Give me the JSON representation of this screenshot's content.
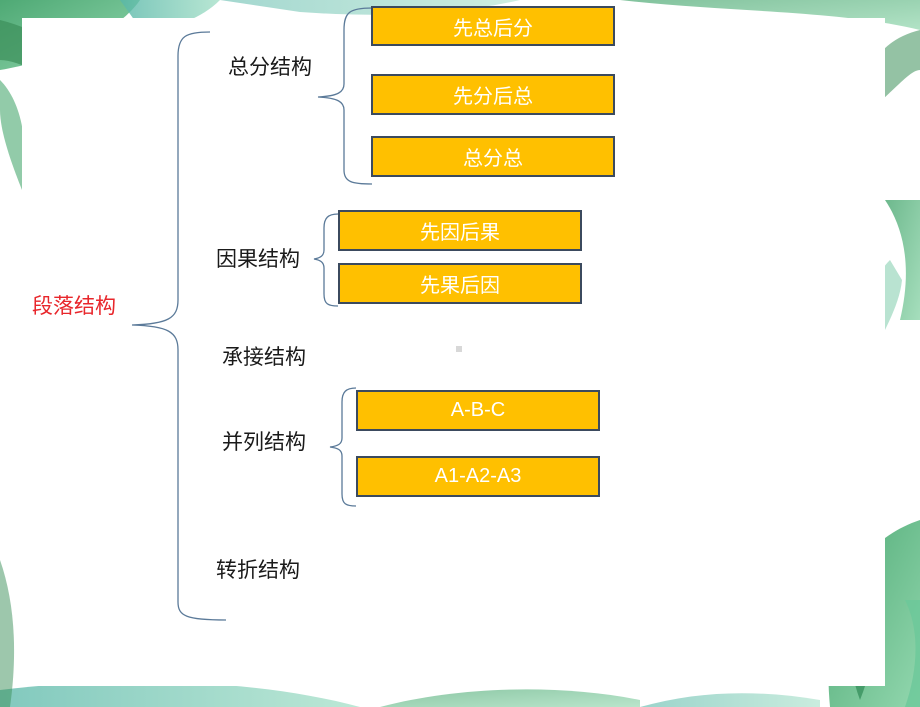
{
  "root": {
    "label": "段落结构"
  },
  "branches": [
    {
      "label": "总分结构",
      "children": [
        "先总后分",
        "先分后总",
        "总分总"
      ]
    },
    {
      "label": "因果结构",
      "children": [
        "先因后果",
        "先果后因"
      ]
    },
    {
      "label": "承接结构",
      "children": []
    },
    {
      "label": "并列结构",
      "children": [
        "A-B-C",
        "A1-A2-A3"
      ]
    },
    {
      "label": "转折结构",
      "children": []
    }
  ],
  "colors": {
    "box_fill": "#ffc000",
    "box_border": "#3b4a5e",
    "bracket": "#5b7a99",
    "root_text": "#e8262b",
    "leaf_green": "#3fa86a",
    "leaf_teal": "#5fc2b6"
  }
}
